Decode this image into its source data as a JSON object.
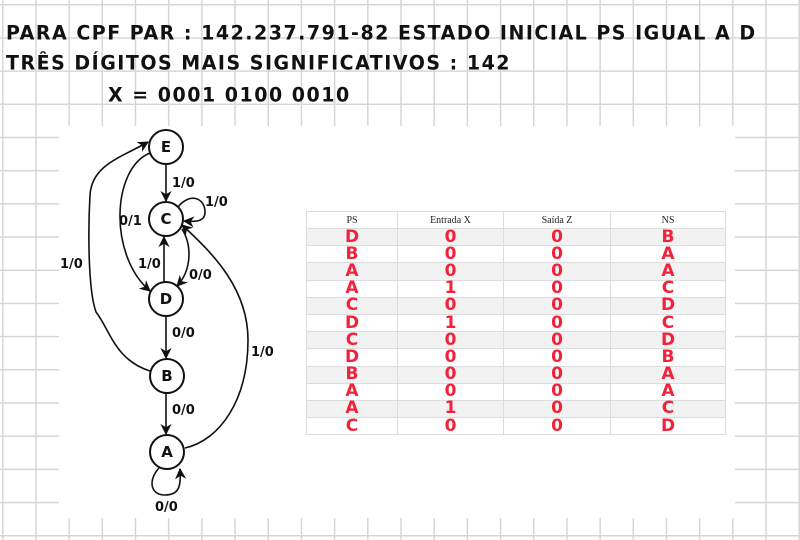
{
  "header": {
    "line1": "PARA CPF PAR : 142.237.791-82 ESTADO INICIAL PS IGUAL A D",
    "line2": "TRÊS DÍGITOS MAIS SIGNIFICATIVOS : 142",
    "line3": "X = 0001 0100 0010"
  },
  "diagram": {
    "states": [
      "E",
      "C",
      "D",
      "B",
      "A"
    ],
    "edges": [
      {
        "from": "E",
        "to": "C",
        "label": "1/0"
      },
      {
        "from": "C",
        "to": "C",
        "label": "1/0"
      },
      {
        "from": "E",
        "to": "D",
        "label": "0/1"
      },
      {
        "from": "D",
        "to": "C",
        "label": "1/0"
      },
      {
        "from": "C",
        "to": "D",
        "label": "0/0"
      },
      {
        "from": "D",
        "to": "B",
        "label": "0/0"
      },
      {
        "from": "B",
        "to": "A",
        "label": "0/0"
      },
      {
        "from": "A",
        "to": "A",
        "label": "0/0"
      },
      {
        "from": "B",
        "to": "E",
        "label": "1/0"
      },
      {
        "from": "A",
        "to": "C",
        "label": "1/0"
      }
    ]
  },
  "table": {
    "headers": [
      "PS",
      "Entrada X",
      "Saída Z",
      "NS"
    ],
    "rows": [
      [
        "D",
        "0",
        "0",
        "B"
      ],
      [
        "B",
        "0",
        "0",
        "A"
      ],
      [
        "A",
        "0",
        "0",
        "A"
      ],
      [
        "A",
        "1",
        "0",
        "C"
      ],
      [
        "C",
        "0",
        "0",
        "D"
      ],
      [
        "D",
        "1",
        "0",
        "C"
      ],
      [
        "C",
        "0",
        "0",
        "D"
      ],
      [
        "D",
        "0",
        "0",
        "B"
      ],
      [
        "B",
        "0",
        "0",
        "A"
      ],
      [
        "A",
        "0",
        "0",
        "A"
      ],
      [
        "A",
        "1",
        "0",
        "C"
      ],
      [
        "C",
        "0",
        "0",
        "D"
      ]
    ]
  },
  "colors": {
    "handwriting": "#111111",
    "table_ink": "#f0233a",
    "grid": "#d6d6d6"
  }
}
